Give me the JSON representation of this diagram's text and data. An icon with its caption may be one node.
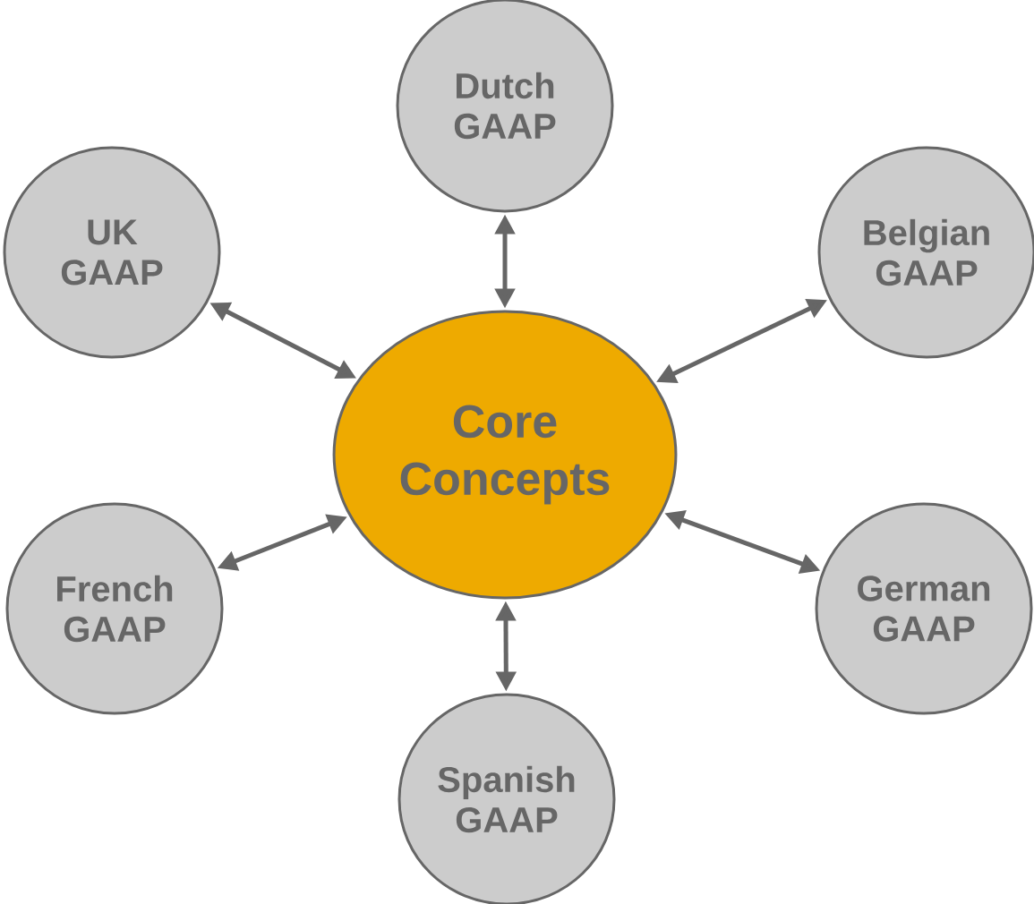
{
  "diagram": {
    "nodes": [
      {
        "text": [
          "Dutch GAAP"
        ]
      },
      {
        "text": [
          "UK GAAP"
        ]
      },
      {
        "text": [
          "Belgian GAAP"
        ]
      },
      {
        "text": [
          "Core Concepts"
        ]
      },
      {
        "text": [
          "French GAAP"
        ]
      },
      {
        "text": [
          "German GAAP"
        ]
      },
      {
        "text": [
          "Spanish GAAP"
        ]
      }
    ],
    "edges": [
      {
        "from": 3,
        "to": 0,
        "arrow": "both"
      },
      {
        "from": 3,
        "to": 1,
        "arrow": "both"
      },
      {
        "from": 3,
        "to": 2,
        "arrow": "both"
      },
      {
        "from": 3,
        "to": 4,
        "arrow": "both"
      },
      {
        "from": 3,
        "to": 5,
        "arrow": "both"
      },
      {
        "from": 3,
        "to": 6,
        "arrow": "both"
      }
    ]
  }
}
